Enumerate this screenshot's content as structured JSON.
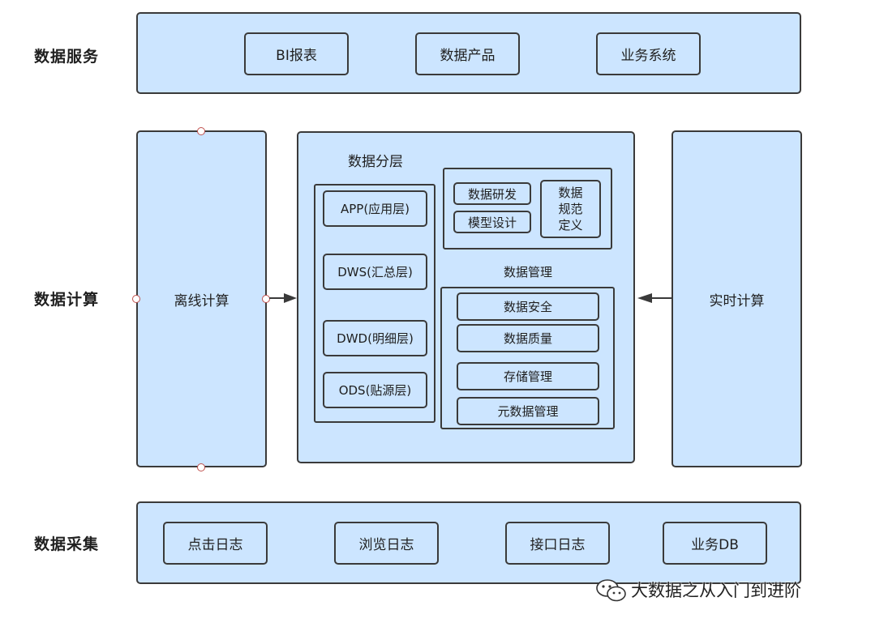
{
  "layers": {
    "service": "数据服务",
    "compute": "数据计算",
    "collect": "数据采集"
  },
  "service": {
    "bi": "BI报表",
    "product": "数据产品",
    "business": "业务系统"
  },
  "compute": {
    "offline": "离线计算",
    "realtime": "实时计算",
    "layering_title": "数据分层",
    "layers": [
      "APP(应用层)",
      "DWS(汇总层)",
      "DWD(明细层)",
      "ODS(贴源层)"
    ],
    "dev": "数据研发",
    "model": "模型设计",
    "spec": [
      "数据",
      "规范",
      "定义"
    ],
    "mgmt_title": "数据管理",
    "mgmt": [
      "数据安全",
      "数据质量",
      "存储管理",
      "元数据管理"
    ]
  },
  "collect": {
    "click": "点击日志",
    "browse": "浏览日志",
    "api": "接口日志",
    "db": "业务DB"
  },
  "watermark": "大数据之从入门到进阶",
  "colors": {
    "fill": "#cce5ff",
    "stroke": "#3a3a3a",
    "handle": "#c0504d"
  }
}
